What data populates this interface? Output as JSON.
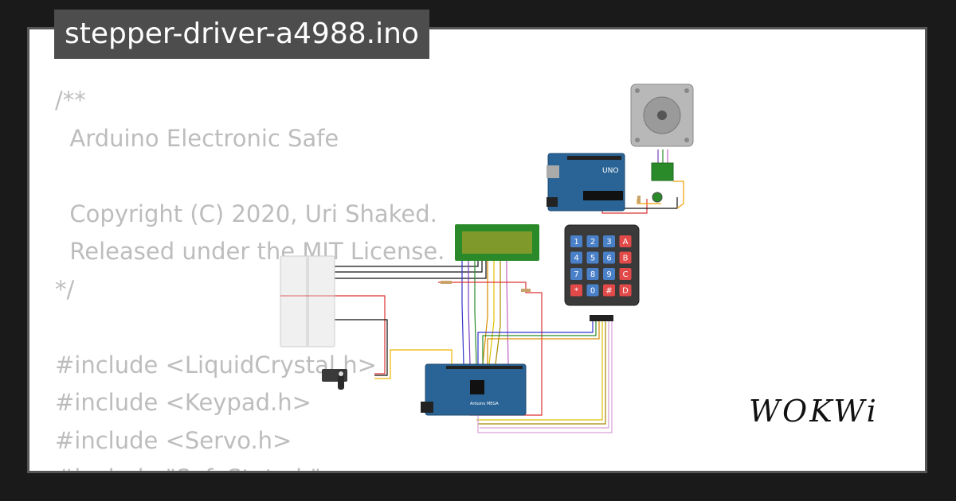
{
  "window": {
    "title": "stepper-driver-a4988.ino"
  },
  "code_lines": [
    "/**",
    "  Arduino Electronic Safe",
    "",
    "  Copyright (C) 2020, Uri Shaked.",
    "  Released under the MIT License.",
    "*/",
    "",
    "#include <LiquidCrystal.h>",
    "#include <Keypad.h>",
    "#include <Servo.h>",
    "#include \"SafeState.h\""
  ],
  "boards": {
    "uno_label": "UNO",
    "mega_label": "Arduino MEGA"
  },
  "keypad": {
    "keys": [
      "1",
      "2",
      "3",
      "A",
      "4",
      "5",
      "6",
      "B",
      "7",
      "8",
      "9",
      "C",
      "*",
      "0",
      "#",
      "D"
    ]
  },
  "brand": {
    "logo": "WOKWi"
  },
  "colors": {
    "background": "#1a1a1a",
    "title_bg": "#4d4d4d",
    "code_text": "#bdbdbd",
    "arduino_blue": "#2a6496",
    "lcd_green": "#7f9a2a",
    "keypad_blue": "#4a80c8",
    "keypad_red": "#e24a4a"
  }
}
